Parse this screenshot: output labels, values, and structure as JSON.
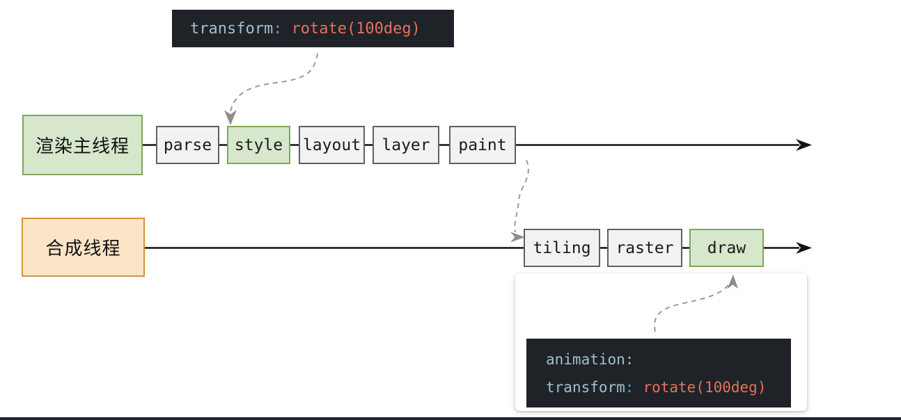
{
  "snippets": {
    "trigger": {
      "property": "transform",
      "colon": ":",
      "value": "rotate(100deg)"
    },
    "composite": {
      "line1_property": "animation",
      "line1_colon": ":",
      "line2_property": "transform",
      "line2_colon": ":",
      "line2_value": "rotate(100deg)"
    }
  },
  "threads": {
    "main": {
      "label": "渲染主线程",
      "stages": [
        "parse",
        "style",
        "layout",
        "layer",
        "paint"
      ],
      "highlighted_stage": "style"
    },
    "compositor": {
      "label": "合成线程",
      "stages": [
        "tiling",
        "raster",
        "draw"
      ],
      "highlighted_stage": "draw"
    }
  },
  "colors": {
    "stage_fill": "#f2f2f2",
    "stage_border": "#606060",
    "highlight_fill": "#d6e7cc",
    "highlight_border": "#7fa65c",
    "compositor_fill": "#fce5c6",
    "compositor_border": "#d09539",
    "code_background": "#1f2328",
    "code_property": "#a4bfcd",
    "code_punctuation": "#4ba0e0",
    "code_value": "#e7705b",
    "dashed_arrow": "#999999",
    "solid_arrow": "#121212"
  }
}
